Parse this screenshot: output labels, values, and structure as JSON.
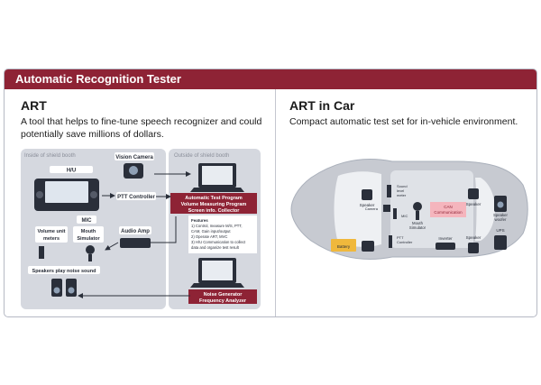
{
  "banner": {
    "title": "Automatic Recognition Tester"
  },
  "art": {
    "heading": "ART",
    "description_line1": "A tool that helps to fine-tune speech recognizer and could",
    "description_line2": "potentially save millions of dollars.",
    "inside_label": "Inside of shield booth",
    "outside_label": "Outside of shield booth",
    "hu_label": "H/U",
    "vision_camera": "Vision Camera",
    "ptt_controller": "PTT Controller",
    "mic_label": "MIC",
    "volume_meters_line1": "Volume unit",
    "volume_meters_line2": "meters",
    "mouth_sim_line1": "Mouth",
    "mouth_sim_line2": "Simulator",
    "audio_amp": "Audio Amp",
    "speakers_label": "Speakers play noise sound",
    "program_box_line1": "Automatic Test Program",
    "program_box_line2": "Volume Measuring Program",
    "program_box_line3": "Screen info. Collector",
    "features_title": "Features",
    "features": [
      "1) Control, measure M/S, PTT,",
      "   CAM, Gain input/output",
      "2) Operate ART, MVC",
      "3) H/U Communication to collect",
      "   data and organize test result"
    ],
    "noise_box_line1": "Noise Generator",
    "noise_box_line2": "Frequency Analyzer"
  },
  "car": {
    "heading": "ART in Car",
    "description": "Compact automatic test set for in-vehicle environment.",
    "speaker_left": "Speaker",
    "sound_level_meter_line1": "Sound",
    "sound_level_meter_line2": "level",
    "sound_level_meter_line3": "meter",
    "camera": "Camera",
    "mic": "MIC",
    "mouth_sim_line1": "Mouth",
    "mouth_sim_line2": "Simulator",
    "can_line1": "CAN",
    "can_line2": "Communication",
    "speaker_right": "Speaker",
    "speaker_woofer_line1": "Speaker",
    "speaker_woofer_line2": "woofer",
    "battery": "Battery",
    "ptt_controller_line1": "PTT",
    "ptt_controller_line2": "Controller",
    "inverter": "Inverter",
    "speaker_bottom": "Speaker",
    "ups": "UPS"
  },
  "colors": {
    "brand": "#8e2335",
    "panel": "#d5d8df",
    "can_fill": "#f5b5bd",
    "device": "#2a2f3a"
  }
}
